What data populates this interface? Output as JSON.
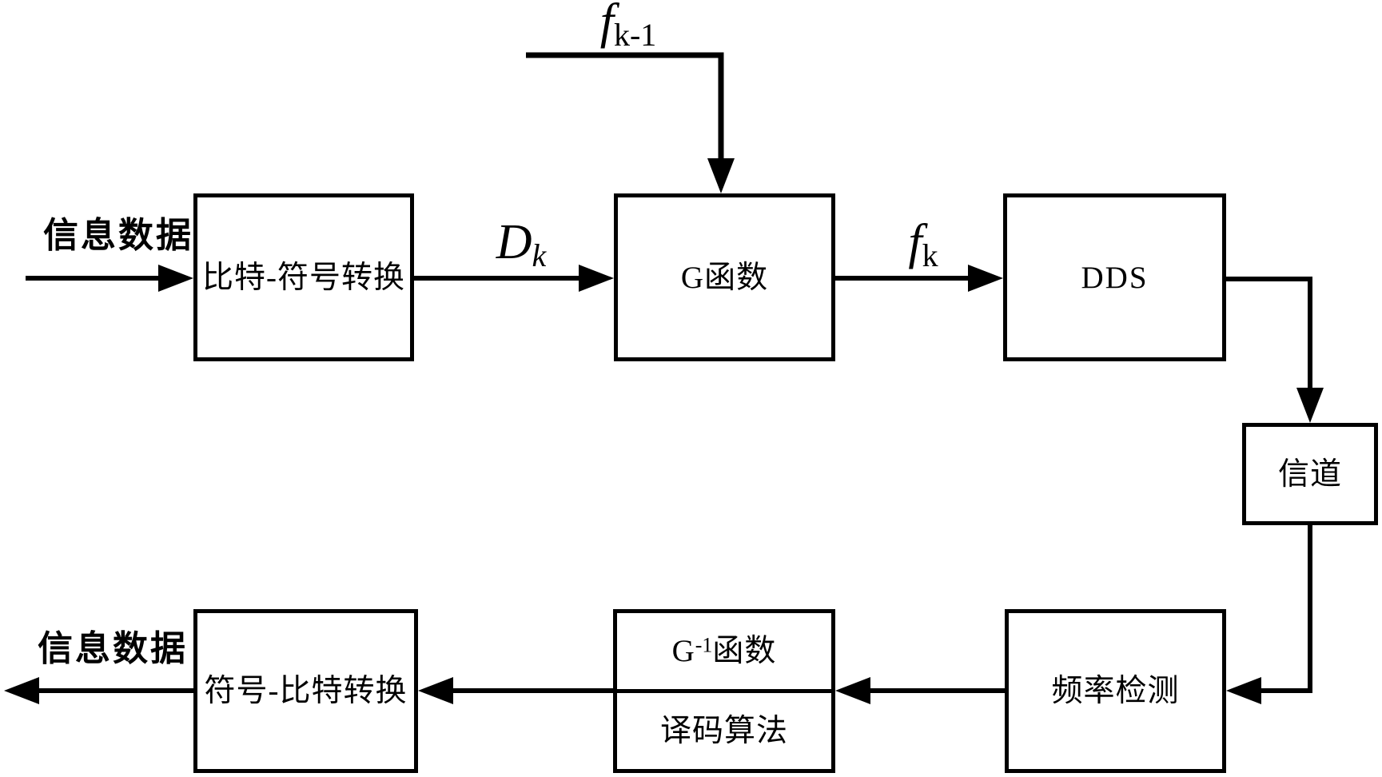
{
  "colors": {
    "ink": "#000000",
    "paper": "#ffffff"
  },
  "blocks": {
    "bit_to_symbol": "比特-符号转换",
    "g_function": "G函数",
    "dds": "DDS",
    "channel": "信道",
    "freq_detection": "频率检测",
    "g_inverse": {
      "base": "G",
      "sup": "-1",
      "rest": "函数"
    },
    "decode_algorithm": "译码算法",
    "symbol_to_bit": "符号-比特转换"
  },
  "signals": {
    "input_label": "信息数据",
    "output_label": "信息数据",
    "dk": {
      "base": "D",
      "sub": "k"
    },
    "fk_prev": {
      "base": "f",
      "sub": "k-1"
    },
    "fk": {
      "base": "f",
      "sub": "k"
    }
  }
}
